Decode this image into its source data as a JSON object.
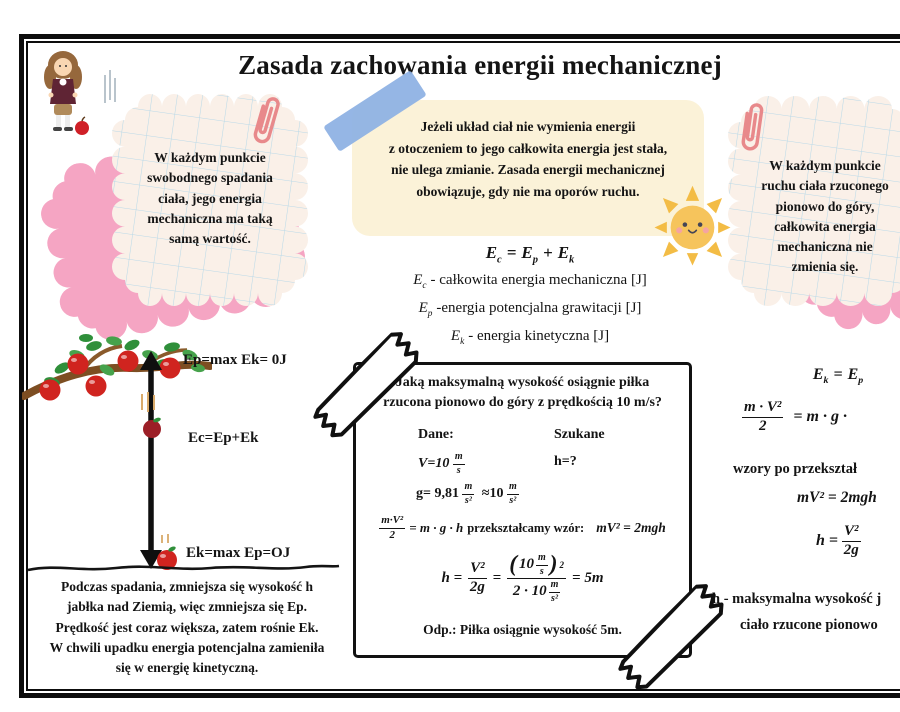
{
  "title": "Zasada zachowania energii mechanicznej",
  "notes": {
    "left": "W każdym punkcie\nswobodnego spadania\nciała, jego energia\nmechaniczna ma taką\nsamą wartość.",
    "center": "Jeżeli układ ciał nie wymienia energii\nz otoczeniem to jego całkowita energia jest stała,\nnie ulega zmianie. Zasada energii mechanicznej\nobowiązuje, gdy nie ma oporów ruchu.",
    "right": "W każdym punkcie\nruchu ciała rzuconego\npionowo do góry,\ncałkowita energia\nmechaniczna nie\nzmienia się."
  },
  "energy_formula": {
    "main": {
      "e1": "E",
      "s1": "c",
      "op1": "=",
      "e2": "E",
      "s2": "p",
      "op2": "+",
      "e3": "E",
      "s3": "k"
    },
    "legend": [
      {
        "sym": "E",
        "sub": "c",
        "desc": "- całkowita energia mechaniczna [J]"
      },
      {
        "sym": "E",
        "sub": "p",
        "desc": "-energia potencjalna grawitacji [J]"
      },
      {
        "sym": "E",
        "sub": "k",
        "desc": "- energia kinetyczna [J]"
      }
    ]
  },
  "diagram": {
    "top_label": "Ep=max  Ek= 0J",
    "mid_label": "Ec=Ep+Ek",
    "bottom_label": "Ek=max   Ep=OJ",
    "caption": "Podczas spadania, zmniejsza się wysokość h\njabłka nad Ziemią, więc zmniejsza się Ep.\nPrędkość jest coraz większa, zatem rośnie Ek.\nW chwili upadku energia potencjalna zamieniła\nsię w energię kinetyczną."
  },
  "problem": {
    "question_line1": "Jaką maksymalną wysokość  osiągnie piłka",
    "question_line2": "rzucona pionowo do góry z prędkością 10 m/s?",
    "dane_label": "Dane:",
    "szukane_label": "Szukane",
    "given_v": {
      "pre": "V=10",
      "num": "m",
      "den": "s"
    },
    "szukane_value": "h=?",
    "given_g": {
      "pre": "g= 9,81",
      "num1": "m",
      "den1": "s²",
      "mid": "≈10",
      "num2": "m",
      "den2": "s²"
    },
    "transform": {
      "num": "m·V²",
      "den": "2",
      "eq_rhs": "= m · g · h",
      "label": "przekształcamy wzór:",
      "rhs": "mV² = 2mgh"
    },
    "solution": {
      "lhs": "h =",
      "num1": "V²",
      "den1": "2g",
      "eq": "=",
      "open": "(",
      "val": "10",
      "unum": "m",
      "uden": "s",
      "close": ")",
      "exp": "2",
      "dpre": "2 · 10",
      "dnum": "m",
      "dden": "s²",
      "result": "= 5m"
    },
    "answer": "Odp.: Piłka osiągnie wysokość 5m."
  },
  "right_col": {
    "ekep": {
      "e1": "E",
      "s1": "k",
      "op": "=",
      "e2": "E",
      "s2": "p"
    },
    "frac": {
      "num": "m · V²",
      "den": "2",
      "rhs": "= m · g ·"
    },
    "wzory": "wzory po przekształ",
    "mv2": "mV² = 2mgh",
    "hfrac": {
      "lhs": "h =",
      "num": "V²",
      "den": "2g"
    },
    "desc1": "h - maksymalna wysokość j",
    "desc2": "ciało rzucone pionowo"
  },
  "icons": {
    "paperclip": "coral paperclip outline",
    "tape_blue": "blue washi tape strip",
    "tape_corner": "white taped strip with black outline",
    "sun": "smiling sun with rays",
    "newton": "cartoon Newton with falling apple",
    "apple_tree": "apple tree branch",
    "arrow": "vertical double-headed arrow",
    "ground": "wavy ground line"
  },
  "colors": {
    "pink_backing": "#f5a5c3",
    "note_cream": "#faf0e8",
    "grid_blue": "#b9d9e8",
    "beige_note": "#fbf2d8",
    "tape_blue": "#8fb2e4",
    "paperclip": "#e8898b",
    "sun_body": "#f6c45c",
    "apple_red": "#d0241f",
    "ink": "#141414"
  }
}
